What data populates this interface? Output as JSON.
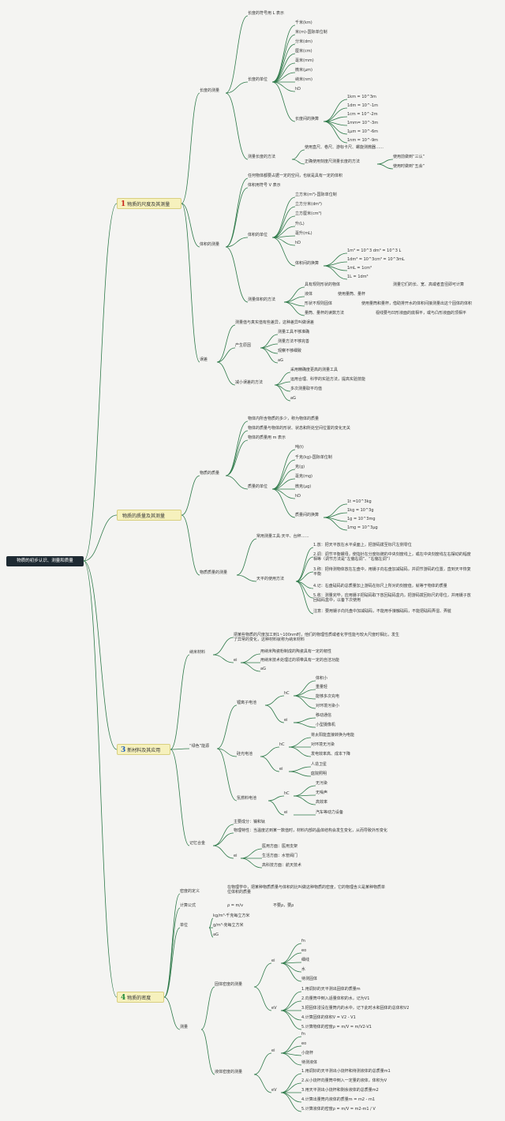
{
  "root": "物质的初步认识、测量和质量",
  "topics": [
    {
      "num": "1",
      "label": "物质的尺度及其测量"
    },
    {
      "num": "",
      "label": "物质的质量及其测量"
    },
    {
      "num": "3",
      "label": "新材料及其应用"
    },
    {
      "num": "4",
      "label": "物质的密度"
    }
  ],
  "length": {
    "title": "长度的测量",
    "symbol": "长度的符号用 L 表示",
    "units_title": "长度的单位",
    "units": [
      "千米(km)",
      "米(m)-国际单位制",
      "分米(dm)",
      "厘米(cm)",
      "毫米(mm)",
      "微米(μm)",
      "纳米(nm)",
      "hD"
    ],
    "conv_title": "长度间的换算",
    "conv": [
      "1km = 10^3m",
      "1dm = 10^-1m",
      "1cm = 10^-2m",
      "1mm= 10^-3m",
      "1μm = 10^-6m",
      "1nm = 10^-9m"
    ],
    "method_title": "测量长度的方法",
    "method_tools": "使用直尺、卷尺、游标卡尺、螺旋测微器……",
    "method_correct": "正确使用刻度尺测量长度的方法",
    "method_a": "使用前做到“三认”",
    "method_b": "使用时做到“五会”"
  },
  "volume": {
    "title": "体积的测量",
    "def": "任何物体都要占据一定的空间，也就是具有一定的体积",
    "symbol": "体积用符号 V 表示",
    "units_title": "体积的单位",
    "units": [
      "立方米(m³)-国际单位制",
      "立方分米(dm³)",
      "立方厘米(cm³)",
      "升(L)",
      "毫升(mL)",
      "hD"
    ],
    "conv_title": "体积间的换算",
    "conv": [
      "1m³ = 10^3 dm³ = 10^3 L",
      "1dm³ = 10^3cm³ = 10^3mL",
      "1mL = 1cm³",
      "1L = 1dm³"
    ],
    "method_title": "测量体积的方法",
    "m1": "具有规则形状的物体",
    "m1r": "测量它们的长、宽、高或者直径即可计算",
    "m2": "液体",
    "m2r": "使用量筒、量杯",
    "m3": "形状不规则固体",
    "m3r": "使用量筒和量杯，借助排开水的体积间接测量出这个固体的体积",
    "m4": "量筒、量杯的读数方法",
    "m4r": "视线要与凹形液面的底相平，或与凸形液面的顶相平"
  },
  "error": {
    "title": "误差",
    "def": "测量值与真实值有些差异，这种差异叫做误差",
    "cause_title": "产生原因",
    "causes": [
      "测量工具不够准确",
      "测量方法不够完善",
      "观察不够细致",
      "aG"
    ],
    "reduce_title": "减小误差的方法",
    "reduce": [
      "采用精确度更高的测量工具",
      "运用合理、科学的实验方法，提高实验技能",
      "多次测量取平均值",
      "aG"
    ]
  },
  "mass": {
    "title": "物质的质量",
    "d1": "物体内所含物质的多少，称为物体的质量",
    "d2": "物体的质量与物体的形状、状态和所处空间位置的变化无关",
    "d3": "物体的质量用 m 表示",
    "units_title": "质量的单位",
    "units": [
      "吨(t)",
      "千克(kg)-国际单位制",
      "克(g)",
      "毫克(mg)",
      "微克(μg)",
      "hD"
    ],
    "conv_title": "质量间的换算",
    "conv": [
      "1t =10^3kg",
      "1kg = 10^3g",
      "1g = 10^3mg",
      "1mg = 10^3μg"
    ],
    "measure_title": "物质质量的测量",
    "tools": "常用测量工具:天平、台秤……",
    "balance_title": "天平的使用方法",
    "steps": [
      "1.放：把天平放在水平桌面上，把游码拨至标尺左侧零位",
      "2.调：调节平衡螺母，使指针在分度标牌的中央刻度线上，或在中央刻度线左右摆动的幅度相等（调节方法是“左偏右调”、“右偏左调”）",
      "3.称：把待测物体放在左盘中，用镊子向右盘加减砝码，并调节游码的位置，直到天平恢复平衡",
      "4.记：右盘砝码的总质量加上游码在标尺上所对的刻度值，就等于物体的质量",
      "5.收：测量完毕，应用镊子把砝码取下放回砝码盒内，把游码拨回标尺的零位，并用镊子放回砝码盒中，以备下次使用",
      "注意：要用镊子向托盘中加减砝码，不能用手接触砝码，不能把砝码弄湿、弄脏"
    ]
  },
  "nano": {
    "title": "纳米材料",
    "def": "把某些物质的尺度加工到1~100nm时，他们的物理性质或者化学性能与较大尺度时相比，发生了异常的变化，这种材料就称为纳米材料",
    "sub": "ei",
    "items": [
      "用纳米陶瓷粉制成的陶瓷具有一定的韧性",
      "用纳米技术处理过的领带具有一定的自洁功能",
      "aG"
    ]
  },
  "green": {
    "title": "“绿色”能源",
    "battery": "锂离子电池",
    "b_hc": "hC",
    "b_feat": [
      "体积小",
      "重量轻",
      "能够多次充电",
      "对环境污染小"
    ],
    "b_ei": "ei",
    "b_use": [
      "移动通信",
      "小型摄像机"
    ],
    "solar": "硅光电池",
    "s_hc": "hC",
    "s_feat": [
      "将太阳能直接转换为电能",
      "对环境无污染",
      "发电效率高、成本下降"
    ],
    "s_ei": "ei",
    "s_use": [
      "人造卫星",
      "庭院照明"
    ],
    "fuel": "氢燃料电池",
    "f_hc": "hC",
    "f_feat": [
      "无污染",
      "无噪声",
      "高效率"
    ],
    "f_ei": "ei",
    "f_use": "汽车等动力设备"
  },
  "alloy": {
    "title": "记忆合金",
    "comp": "主要成分：镍和钛",
    "prop": "物理特性：当温度达到某一数值时，材料内部的晶体结构会发生变化，从而导致外形变化",
    "sub": "ei",
    "uses": [
      "医用方面：医用支架",
      "生活方面：水管阀门",
      "高科技方面：航天技术"
    ]
  },
  "density": {
    "def_title": "密度的定义",
    "def": "在物理学中，把某种物质质量与体积的比叫做这种物质的密度，它的物理含义是某种物质单位体积的质量",
    "calc_title": "计算公式",
    "formula": "ρ = m/v",
    "formula_note": "不要ρ，要ρ",
    "unit_title": "单位",
    "units": [
      "kg/m³-千克每立方米",
      "g/m³-克每立方米",
      "aG"
    ],
    "measure_title": "测量",
    "solid_title": "固体密度的测量",
    "solid_ei": "ei",
    "solid_tools": [
      "fn",
      "eo",
      "细线",
      "水",
      "待测固体"
    ],
    "solid_ev": "eV",
    "solid_steps": [
      "1.用调好的天平测出固体的质量m",
      "2.向量筒中倒入适量体积的水，记为V1",
      "3.把固体浸没在量筒内的水中，记下此时水和固体的总体积V2",
      "4.计算固体的体积V = V2 - V1",
      "5.计算物体的密度ρ = m/V = m/V2-V1"
    ],
    "liquid_title": "液体密度的测量",
    "liquid_ei": "ei",
    "liquid_tools": [
      "fn",
      "eo",
      "小烧杯",
      "待测液体"
    ],
    "liquid_ev": "eV",
    "liquid_steps": [
      "1.用调好的天平测出小烧杯和待测液体的总质量m1",
      "2.从小烧杯向量筒中倒入一定量的液体，体积为V",
      "3.用天平测出小烧杯和剩余液体的总质量m2",
      "4.计算出量筒内液体的质量m = m2 - m1",
      "5.计算液体的密度ρ = m/V = m2-m1 / V"
    ]
  }
}
